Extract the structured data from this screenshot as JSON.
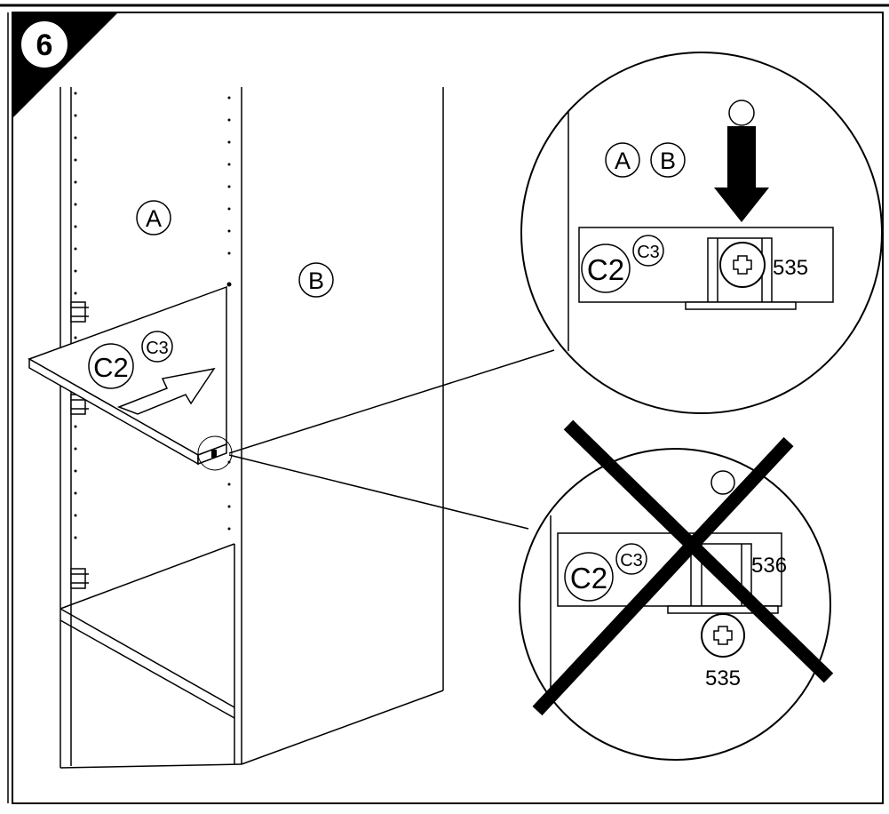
{
  "step": {
    "number": "6"
  },
  "main_view": {
    "side_panel_label": "A",
    "back_panel_label": "B",
    "shelf_label": "C2",
    "shelf_alt_label": "C3"
  },
  "detail_correct": {
    "panel_label_a": "A",
    "panel_label_b": "B",
    "shelf_label": "C2",
    "shelf_alt_label": "C3",
    "screw_part": "535"
  },
  "detail_incorrect": {
    "shelf_label": "C2",
    "shelf_alt_label": "C3",
    "bracket_part": "536",
    "screw_part": "535"
  },
  "colors": {
    "line": "#000000",
    "background": "#ffffff",
    "accent_arrow": "#000000"
  }
}
